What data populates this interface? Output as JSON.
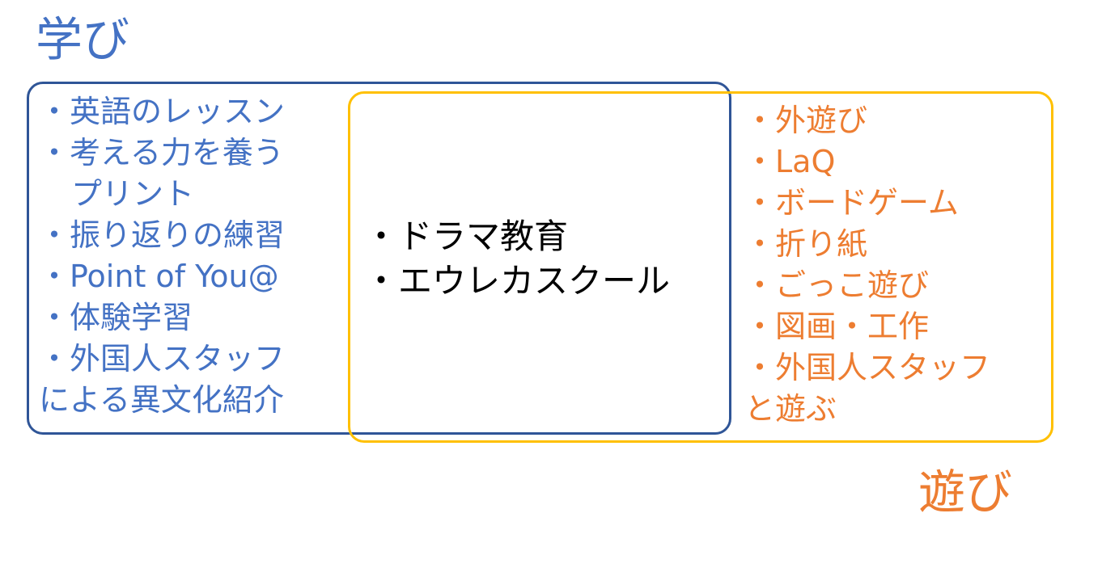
{
  "titles": {
    "learning": "学び",
    "play": "遊び"
  },
  "learning_items": [
    "・英語のレッスン",
    "・考える力を養う",
    "プリント",
    "・振り返りの練習",
    "・Point of You@",
    "・体験学習",
    "・外国人スタッフ",
    "による異文化紹介"
  ],
  "overlap_items": [
    "・ドラマ教育",
    "・エウレカスクール"
  ],
  "play_items": [
    "・外遊び",
    "・LaQ",
    "・ボードゲーム",
    "・折り紙",
    "・ごっこ遊び",
    "・図画・工作",
    "・外国人スタッフ",
    "と遊ぶ"
  ],
  "colors": {
    "learning_text": "#4472c4",
    "learning_border": "#2f5597",
    "play_text": "#ed7d31",
    "play_border": "#ffc000",
    "overlap_text": "#000000"
  }
}
